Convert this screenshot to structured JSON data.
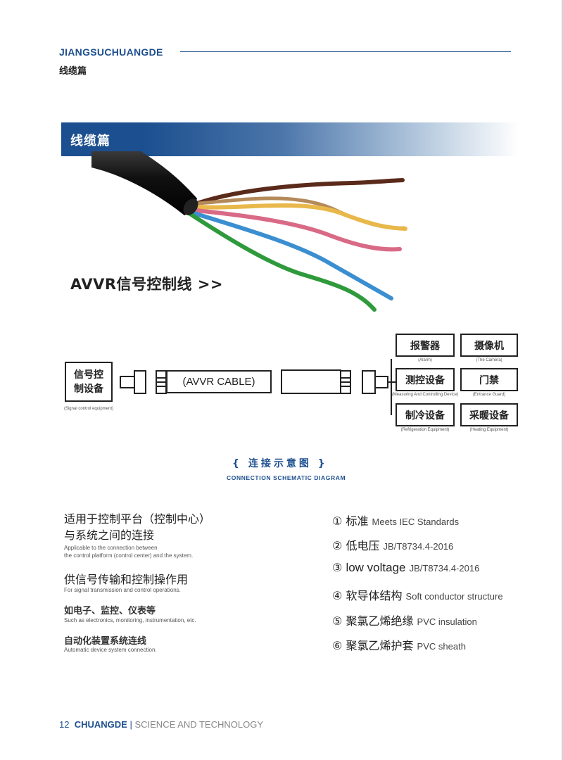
{
  "header": {
    "brand": "JIANGSUCHUANGDE",
    "section": "线缆篇"
  },
  "banner": {
    "title": "线缆篇"
  },
  "product": {
    "title": "AVVR信号控制线 >>"
  },
  "diagram": {
    "source_label": "信号控\n制设备",
    "source_caption": "(Signal control equipment)",
    "cable_label": "(AVVR CABLE)",
    "devices": [
      {
        "label": "报警器",
        "caption": "(Alarm)"
      },
      {
        "label": "摄像机",
        "caption": "(The Camera)"
      },
      {
        "label": "测控设备",
        "caption": "(Measuring And Controlling Device)"
      },
      {
        "label": "门禁",
        "caption": "(Entrance Guard)"
      },
      {
        "label": "制冷设备",
        "caption": "(Refrigeration Equipment)"
      },
      {
        "label": "采暖设备",
        "caption": "(Heating Equipment)"
      }
    ],
    "title": "{ 连接示意图 }",
    "subtitle": "CONNECTION SCHEMATIC DIAGRAM"
  },
  "applications": [
    {
      "zh": "适用于控制平台（控制中心）\n与系统之间的连接",
      "en": "Applicable to the connection between\nthe control platform (control center) and the system."
    },
    {
      "zh": "供信号传输和控制操作用",
      "en": "For signal transmission and control operations."
    },
    {
      "zh": "如电子、监控、仪表等",
      "en": "Such as electronics, monitoring, instrumentation, etc."
    },
    {
      "zh": "自动化装置系统连线",
      "en": "Automatic device system connection."
    }
  ],
  "features": [
    {
      "num": "①",
      "zh": "标准",
      "en": "Meets IEC Standards"
    },
    {
      "num": "②",
      "zh": "低电压",
      "en": "JB/T8734.4-2016"
    },
    {
      "num": "③",
      "zh": "low voltage",
      "en": "JB/T8734.4-2016"
    },
    {
      "num": "④",
      "zh": "软导体结构",
      "en": "Soft conductor structure"
    },
    {
      "num": "⑤",
      "zh": "聚氯乙烯绝缘",
      "en": "PVC insulation"
    },
    {
      "num": "⑥",
      "zh": "聚氯乙烯护套",
      "en": "PVC sheath"
    }
  ],
  "footer": {
    "page": "12",
    "brand": "CHUANGDE",
    "separator": "|",
    "tagline": "SCIENCE AND TECHNOLOGY"
  },
  "colors": {
    "brand_blue": "#1d4f8f",
    "wire_brown": "#5a2a1a",
    "wire_yellow": "#e8b84a",
    "wire_pink": "#d96a86",
    "wire_blue": "#3b8fd0",
    "wire_green": "#2f9a3c"
  }
}
